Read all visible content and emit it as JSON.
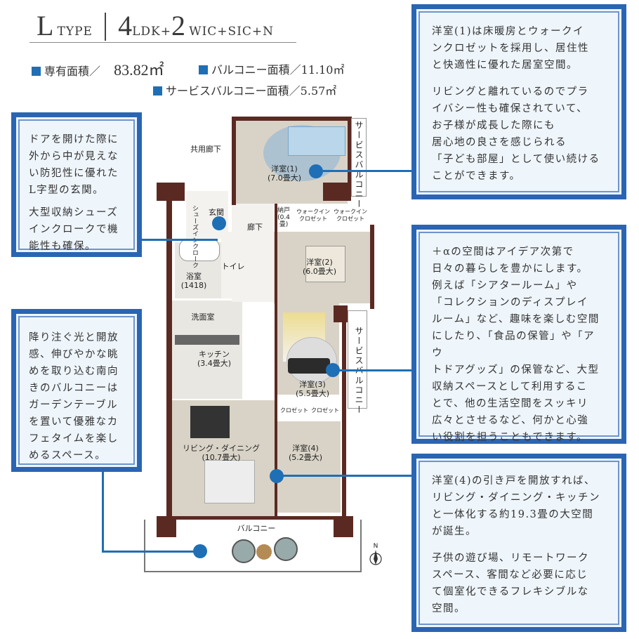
{
  "header": {
    "type_letter": "L",
    "type_word": "TYPE",
    "layout_num1": "4",
    "layout_ldk": "LDK+",
    "layout_num2": "2",
    "layout_rest": "WIC+SIC+N"
  },
  "areas": {
    "private_label": "専有面積／",
    "private_value": "83.82㎡",
    "balcony_label": "バルコニー面積／11.10㎡",
    "service_balcony_label": "サービスバルコニー面積／5.57㎡"
  },
  "colors": {
    "accent": "#1e6fb5",
    "frame": "#2a65b3",
    "wall": "#5a2a22"
  },
  "callouts": {
    "entrance": {
      "text": "ドアを開けた際に\n外から中が見えな\nい防犯性に優れた\nL字型の玄関。",
      "text2": "大型収納シューズ\nインクロークで機\n能性も確保。"
    },
    "balcony": {
      "text": "降り注ぐ光と開放\n感、伸びやかな眺\nめを取り込む南向\nきのバルコニーは\nガーデンテーブル\nを置いて優雅なカ\nフェタイムを楽し\nめるスペース。"
    },
    "room1": {
      "text": "洋室(1)は床暖房とウォークイ\nンクロゼットを採用し、居住性\nと快適性に優れた居室空間。",
      "text2": "リビングと離れているのでプラ\nイバシー性も確保されていて、\nお子様が成長した際にも\n居心地の良さを感じられる\n「子ども部屋」として使い続ける\nことができます。"
    },
    "room3": {
      "text": "＋αの空間はアイデア次第で\n日々の暮らしを豊かにします。\n例えば「シアタールーム」や\n「コレクションのディスプレイ\nルーム」など、趣味を楽しむ空間\nにしたり、「食品の保管」や「アウ\nトドアグッズ」の保管など、大型\n収納スペースとして利用するこ\nとで、他の生活空間をスッキリ\n広々とさせるなど、何かと心強\nい役割を担うこともできます。"
    },
    "room4": {
      "text": "洋室(4)の引き戸を開放すれば、\nリビング・ダイニング・キッチン\nと一体化する約19.3畳の大空間\nが誕生。",
      "text2": "子供の遊び場、リモートワーク\nスペース、客間など必要に応じ\nて個室化できるフレキシブルな\n空間。"
    }
  },
  "plan": {
    "corridor_common": "共用廊下",
    "room1": "洋室(1)\n(7.0畳大)",
    "room2": "洋室(2)\n(6.0畳大)",
    "room3": "洋室(3)\n(5.5畳大)",
    "room4": "洋室(4)\n(5.2畳大)",
    "ldk": "リビング・ダイニング\n(10.7畳大)",
    "kitchen": "キッチン\n(3.4畳大)",
    "bath": "浴室\n(1418)",
    "toilet": "トイレ",
    "washroom": "洗面室",
    "entrance": "玄関",
    "hallway": "廊下",
    "shoes_in_closet": "シューズインクローク",
    "closet": "納戸\n(0.4畳)",
    "wic1": "ウォークイン\nクロゼット",
    "wic2": "ウォークイン\nクロゼット",
    "cl": "クロゼット",
    "cl2": "クロゼット",
    "balcony": "バルコニー",
    "service_balcony1": "サービスバルコニー",
    "service_balcony2": "サービスバルコニー",
    "north": "N"
  }
}
